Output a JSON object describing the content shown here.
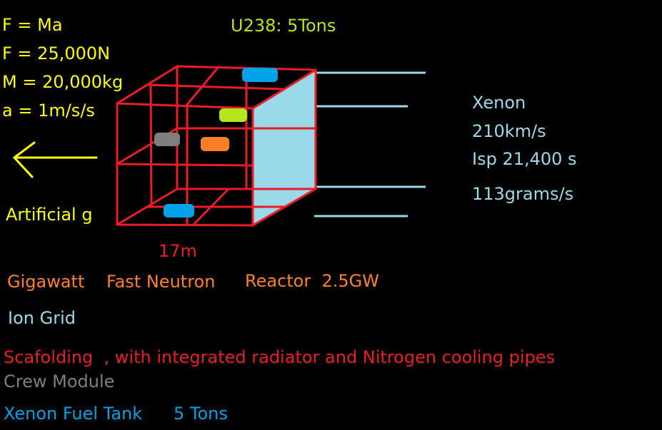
{
  "physics": {
    "eq1": "F = Ma",
    "eq2": "F = 25,000N",
    "eq3": "M = 20,000kg",
    "eq4": "a = 1m/s/s"
  },
  "fuel_label": "U238: 5Tons",
  "exhaust": {
    "propellant": "Xenon",
    "velocity": "210km/s",
    "isp": "Isp 21,400 s",
    "flow": "113grams/s"
  },
  "artificial_g": "Artificial g",
  "dimension": "17m",
  "legend": {
    "reactor_a": "Gigawatt",
    "reactor_b": "Fast Neutron",
    "reactor_c": "Reactor  2.5GW",
    "ion_grid": "Ion Grid",
    "scaffolding": "Scafolding  , with integrated radiator and Nitrogen cooling pipes",
    "crew": "Crew Module",
    "tank_a": "Xenon Fuel Tank",
    "tank_b": "5 Tons"
  },
  "colors": {
    "scaffold": "#ed1c24",
    "reactor": "#ff7f27",
    "ion_grid": "#99d9ea",
    "crew": "#7f7f7f",
    "tank": "#00a2e8",
    "u238": "#b5e61d",
    "arrow": "#ffff00"
  }
}
